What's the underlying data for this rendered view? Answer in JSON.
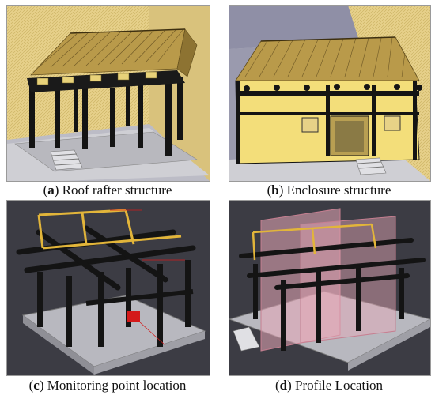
{
  "figure": {
    "panels": [
      {
        "letter": "a",
        "caption": "Roof rafter structure"
      },
      {
        "letter": "b",
        "caption": "Enclosure structure"
      },
      {
        "letter": "c",
        "caption": "Monitoring point location"
      },
      {
        "letter": "d",
        "caption": "Profile Location"
      }
    ]
  },
  "colors": {
    "wall_yellow": "#e8d27a",
    "roof_gold": "#b99a4a",
    "column_black": "#141414",
    "ground_gray": "#cfcfd4",
    "monitor_red": "#d41a1a",
    "profile_pink": "#e8a8b8"
  }
}
